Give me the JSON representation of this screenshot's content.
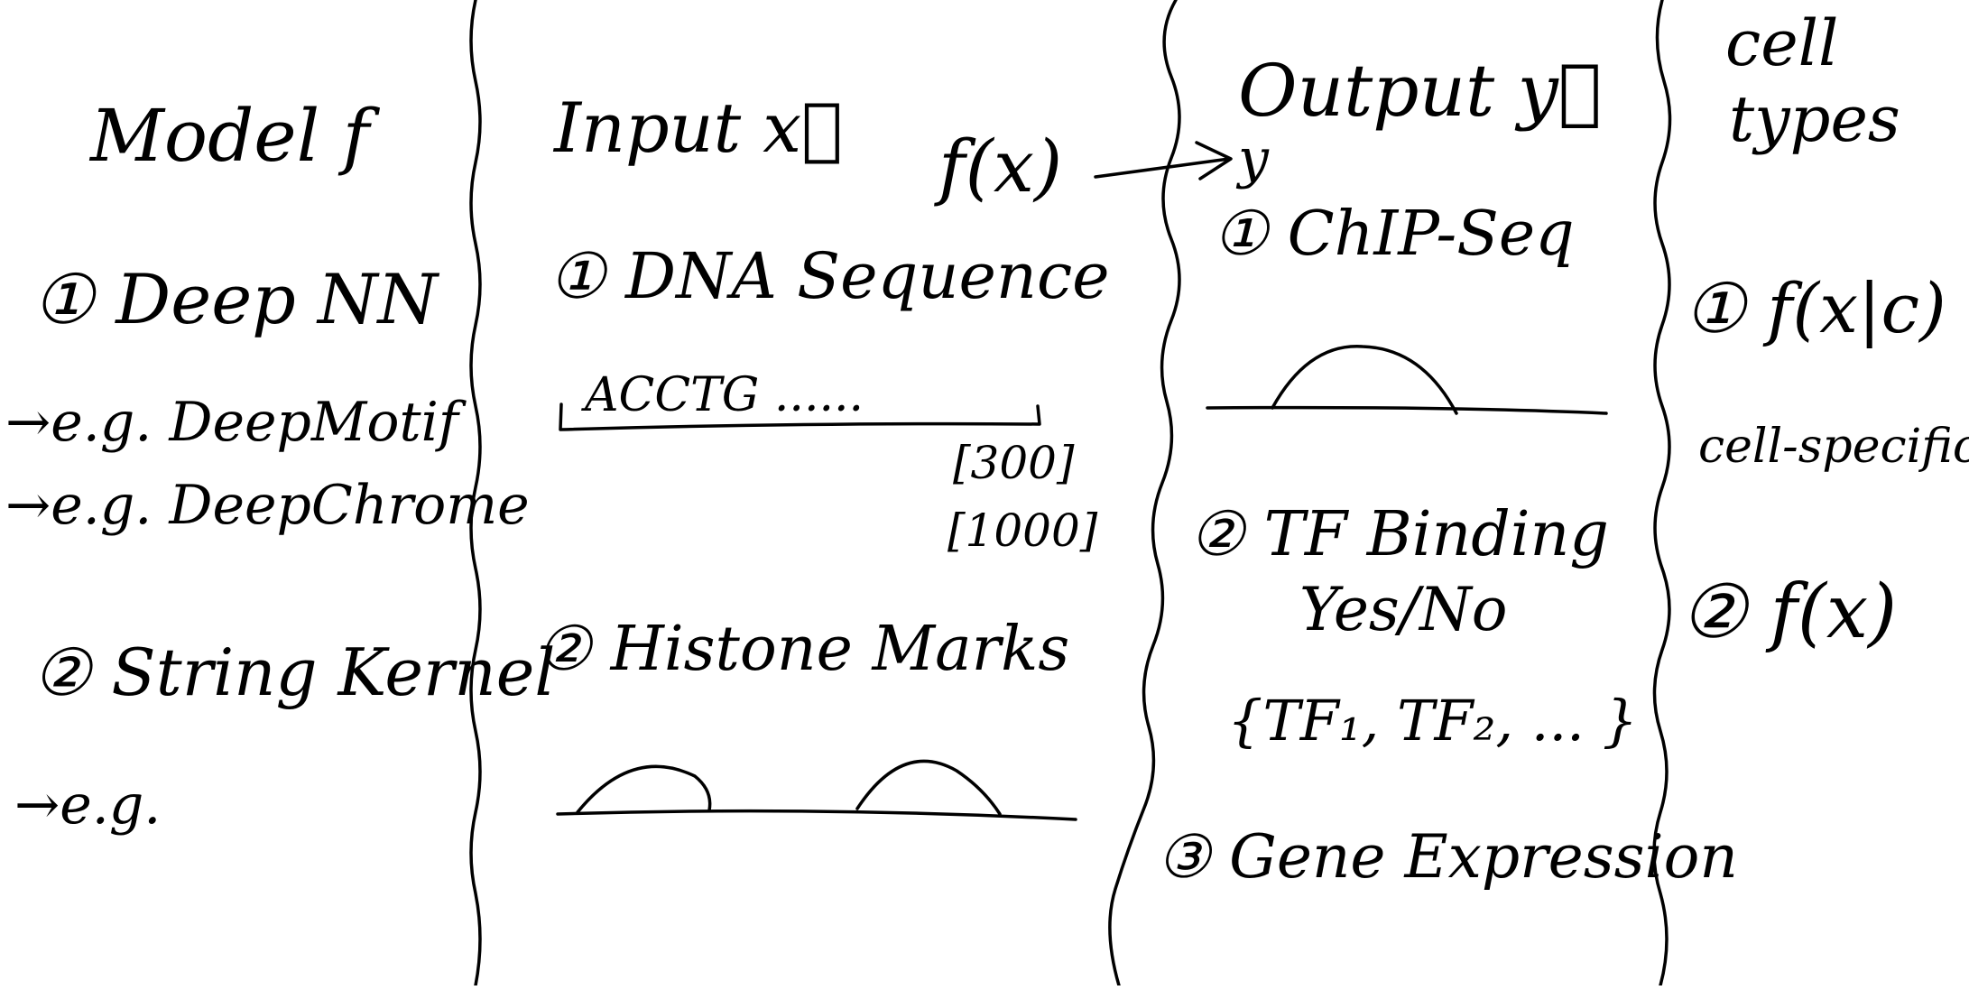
{
  "columns": {
    "model": {
      "heading": "Model f",
      "item1": {
        "label": "① Deep NN",
        "example1": "→e.g. DeepMotif",
        "example2": "→e.g. DeepChrome"
      },
      "item2": {
        "label": "② String Kernel",
        "example": "→e.g."
      }
    },
    "input": {
      "heading": "Input x⃗",
      "item1": {
        "label": "① DNA Sequence",
        "sequence": "ACCTG ......",
        "length1": "[300]",
        "length2": "[1000]"
      },
      "item2": {
        "label": "② Histone Marks"
      }
    },
    "mapping": {
      "function": "f(x)",
      "target": "y"
    },
    "output": {
      "heading": "Output y⃗",
      "item1": {
        "label": "① ChIP-Seq"
      },
      "item2": {
        "label": "② TF Binding",
        "sublabel": "Yes/No",
        "set": "{TF₁, TF₂, ... }"
      },
      "item3": {
        "label": "③ Gene Expression"
      }
    },
    "celltypes": {
      "heading_line1": "cell",
      "heading_line2": "types",
      "item1": {
        "formula": "① f(x|c)",
        "note": "cell-specific"
      },
      "item2": {
        "formula": "② f(x)"
      }
    }
  }
}
